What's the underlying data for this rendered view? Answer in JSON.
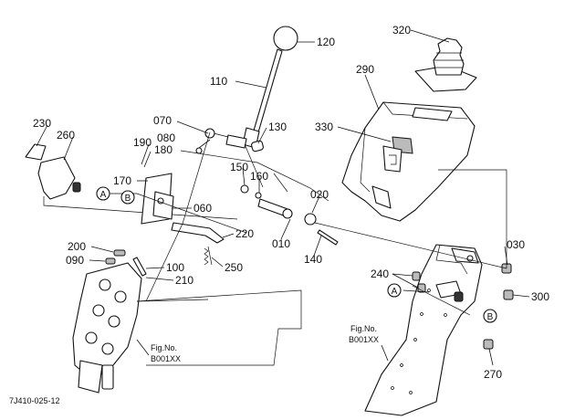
{
  "diagram": {
    "code": "7J410-025-12",
    "part_labels": {
      "p120": "120",
      "p110": "110",
      "p130": "130",
      "p070": "070",
      "p080": "080",
      "p190": "190",
      "p180": "180",
      "p230": "230",
      "p260": "260",
      "p170": "170",
      "p150": "150",
      "p160": "160",
      "p020": "020",
      "p010": "010",
      "p140": "140",
      "p060": "060",
      "p220": "220",
      "p250": "250",
      "p200": "200",
      "p090": "090",
      "p100": "100",
      "p210": "210",
      "p320": "320",
      "p290": "290",
      "p330": "330",
      "p030": "030",
      "p240": "240",
      "p300": "300",
      "p270": "270"
    },
    "markers": {
      "a_left": "A",
      "b_left": "B",
      "a_right": "A",
      "b_right": "B"
    },
    "figref_left": {
      "line1": "Fig.No.",
      "line2": "B001XX"
    },
    "figref_right": {
      "line1": "Fig.No.",
      "line2": "B001XX"
    }
  }
}
